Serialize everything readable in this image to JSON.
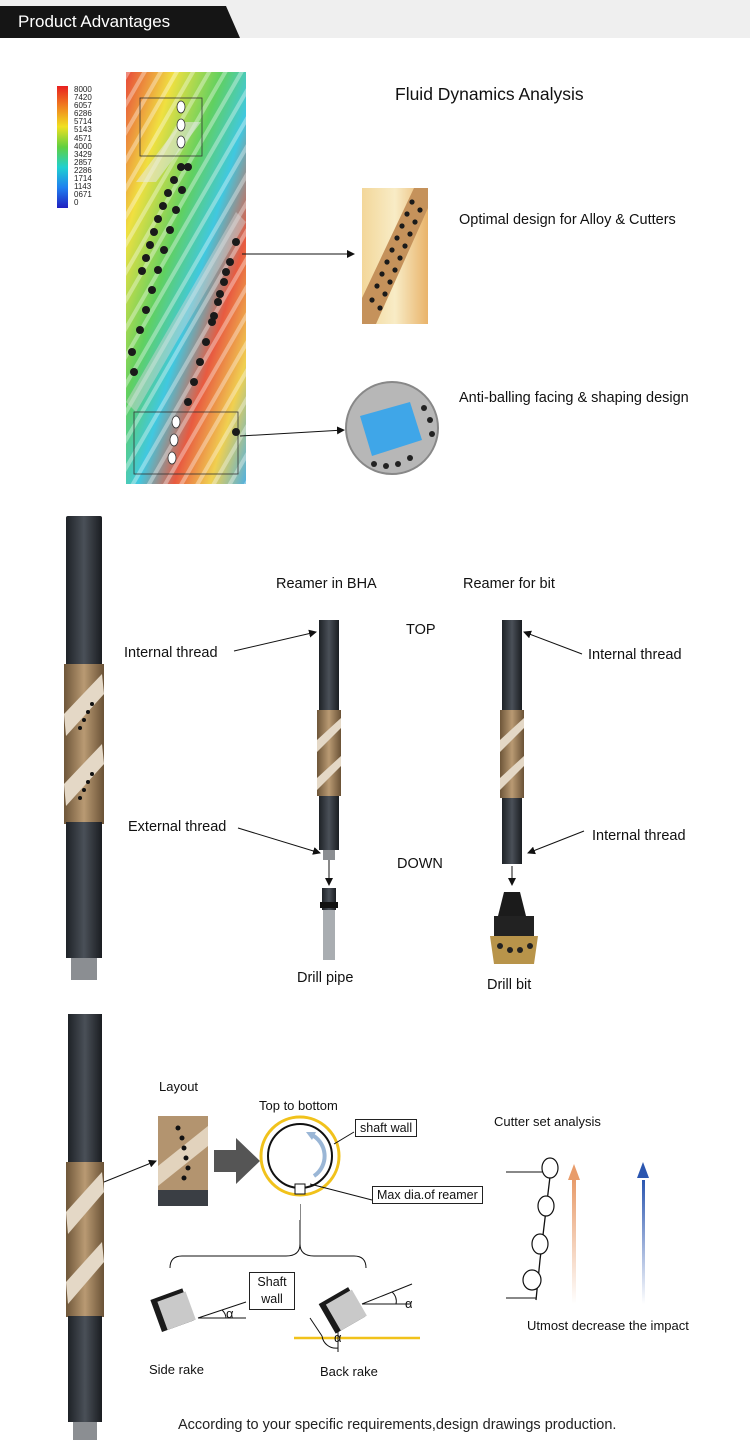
{
  "header": {
    "title": "Product Advantages"
  },
  "section1": {
    "title": "Fluid Dynamics Analysis",
    "legend_values": [
      "8000",
      "7420",
      "6057",
      "6286",
      "5714",
      "5143",
      "4571",
      "4000",
      "3429",
      "2857",
      "2286",
      "1714",
      "1143",
      "0671",
      "0"
    ],
    "callout_alloy": "Optimal design for Alloy & Cutters",
    "callout_antiballing": "Anti-balling facing & shaping design"
  },
  "section2": {
    "reamer_bha": "Reamer in BHA",
    "reamer_bit": "Reamer for bit",
    "top": "TOP",
    "down": "DOWN",
    "internal_thread_left": "Internal thread",
    "external_thread": "External thread",
    "internal_thread_right_top": "Internal thread",
    "internal_thread_right_bottom": "Internal thread",
    "drill_pipe": "Drill pipe",
    "drill_bit": "Drill bit"
  },
  "section3": {
    "layout": "Layout",
    "top_to_bottom": "Top to bottom",
    "shaft_wall_box": "shaft wall",
    "max_dia": "Max dia.of reamer",
    "shaft_wall_label": "Shaft wall",
    "alpha": "α",
    "side_rake": "Side rake",
    "back_rake": "Back rake",
    "cutter_set": "Cutter set analysis",
    "utmost": "Utmost decrease the impact",
    "footer": "According to your specific requirements,design drawings production."
  },
  "colors": {
    "header_bg": "#151515",
    "band_bg": "#efefef",
    "shaft_dark": "#2b2f35",
    "bronze": "#9b7a55",
    "ring_yellow": "#f1c21b",
    "arrow_blue": "#2b56b0",
    "arrow_orange": "#e89c6b"
  }
}
